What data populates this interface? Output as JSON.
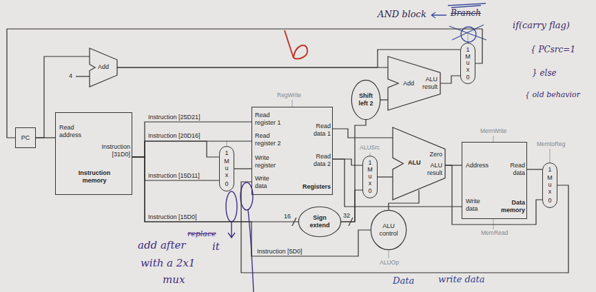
{
  "diagram": {
    "nodes": [
      {
        "text": [
          "PC"
        ]
      },
      {
        "text": [
          "Read address",
          "Instruction [31D0]",
          "Instruction memory"
        ]
      },
      {
        "text": [
          "Add"
        ]
      },
      {
        "text": [
          "Read register 1",
          "Read register 2",
          "Write register",
          "Write data",
          "Read data 1",
          "Read data 2",
          "Registers"
        ]
      },
      {
        "text": [
          "1",
          "Mux",
          "0"
        ]
      },
      {
        "text": [
          "Sign extend"
        ]
      },
      {
        "text": [
          "Shift left 2"
        ]
      },
      {
        "text": [
          "Add",
          "ALU result"
        ]
      },
      {
        "text": [
          "1",
          "Mux",
          "0"
        ]
      },
      {
        "text": [
          "1",
          "Mux",
          "0"
        ]
      },
      {
        "text": [
          "ALU",
          "Zero",
          "ALU result"
        ]
      },
      {
        "text": [
          "ALU control"
        ]
      },
      {
        "text": [
          "Address",
          "Read data",
          "Write data",
          "Data memory"
        ]
      },
      {
        "text": [
          "1",
          "Mux",
          "0"
        ]
      }
    ],
    "edges": [
      {
        "from": 0,
        "to": 1,
        "arrow": "none"
      },
      {
        "from": 0,
        "to": 2,
        "arrow": "none"
      },
      {
        "from": 2,
        "to": 7,
        "arrow": "none"
      },
      {
        "from": 2,
        "to": 8,
        "arrow": "none"
      },
      {
        "from": 7,
        "to": 8,
        "arrow": "none"
      },
      {
        "from": 8,
        "to": 0,
        "arrow": "none"
      },
      {
        "from": 1,
        "to": 3,
        "label": "Instruction [25D21]",
        "arrow": "none"
      },
      {
        "from": 1,
        "to": 3,
        "label": "Instruction [20D16]",
        "arrow": "none"
      },
      {
        "from": 1,
        "to": 4,
        "label": "Instruction [15D11]",
        "arrow": "none"
      },
      {
        "from": 1,
        "to": 4,
        "arrow": "none"
      },
      {
        "from": 1,
        "to": 5,
        "label": "Instruction [15D0]",
        "arrow": "none"
      },
      {
        "from": 1,
        "to": 11,
        "label": "Instruction [5D0]",
        "arrow": "none"
      },
      {
        "from": 4,
        "to": 3,
        "arrow": "none"
      },
      {
        "from": 3,
        "to": 10,
        "arrow": "none"
      },
      {
        "from": 3,
        "to": 9,
        "arrow": "none"
      },
      {
        "from": 3,
        "to": 12,
        "arrow": "none"
      },
      {
        "from": 5,
        "to": 9,
        "arrow": "none"
      },
      {
        "from": 5,
        "to": 6,
        "arrow": "none"
      },
      {
        "from": 6,
        "to": 7,
        "arrow": "none"
      },
      {
        "from": 9,
        "to": 10,
        "arrow": "none"
      },
      {
        "from": 11,
        "to": 10,
        "arrow": "none"
      },
      {
        "from": 10,
        "to": 12,
        "arrow": "none"
      },
      {
        "from": 10,
        "to": 13,
        "arrow": "none"
      },
      {
        "from": 12,
        "to": 13,
        "arrow": "none"
      },
      {
        "from": 13,
        "to": 3,
        "arrow": "none"
      }
    ],
    "labels": [
      "4",
      "16",
      "32",
      "RegWrite",
      "ALUSrc",
      "MemWrite",
      "MemtoReg",
      "MemRead",
      "ALUOp",
      "AND block",
      "Branch",
      "if(carry flag)",
      "{ PCsrc=1",
      "} else",
      "{ old behavior",
      "add after",
      "replace",
      "it",
      "with a 2x1",
      "mux",
      "Data",
      "write data"
    ]
  }
}
